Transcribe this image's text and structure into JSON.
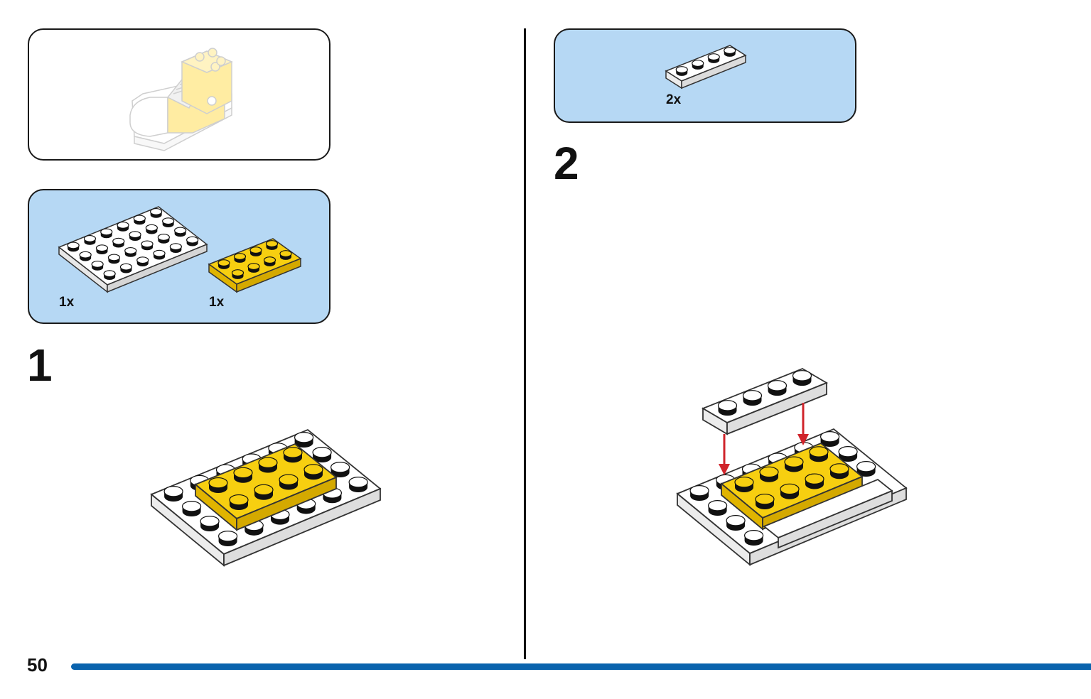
{
  "page": {
    "number": "50",
    "colors": {
      "accent_bar": "#0a63ad",
      "parts_box": "#b6d8f4",
      "brick_yellow": "#f7cf10",
      "brick_white": "#ffffff",
      "arrow": "#d0242b"
    }
  },
  "preview": {
    "model_icon": "boot-model-preview"
  },
  "step1": {
    "number": "1",
    "parts": [
      {
        "name": "white-plate-4x6",
        "qty": "1x"
      },
      {
        "name": "yellow-plate-2x4",
        "qty": "1x"
      }
    ]
  },
  "step2": {
    "number": "2",
    "parts": [
      {
        "name": "white-plate-1x4",
        "qty": "2x"
      }
    ]
  }
}
